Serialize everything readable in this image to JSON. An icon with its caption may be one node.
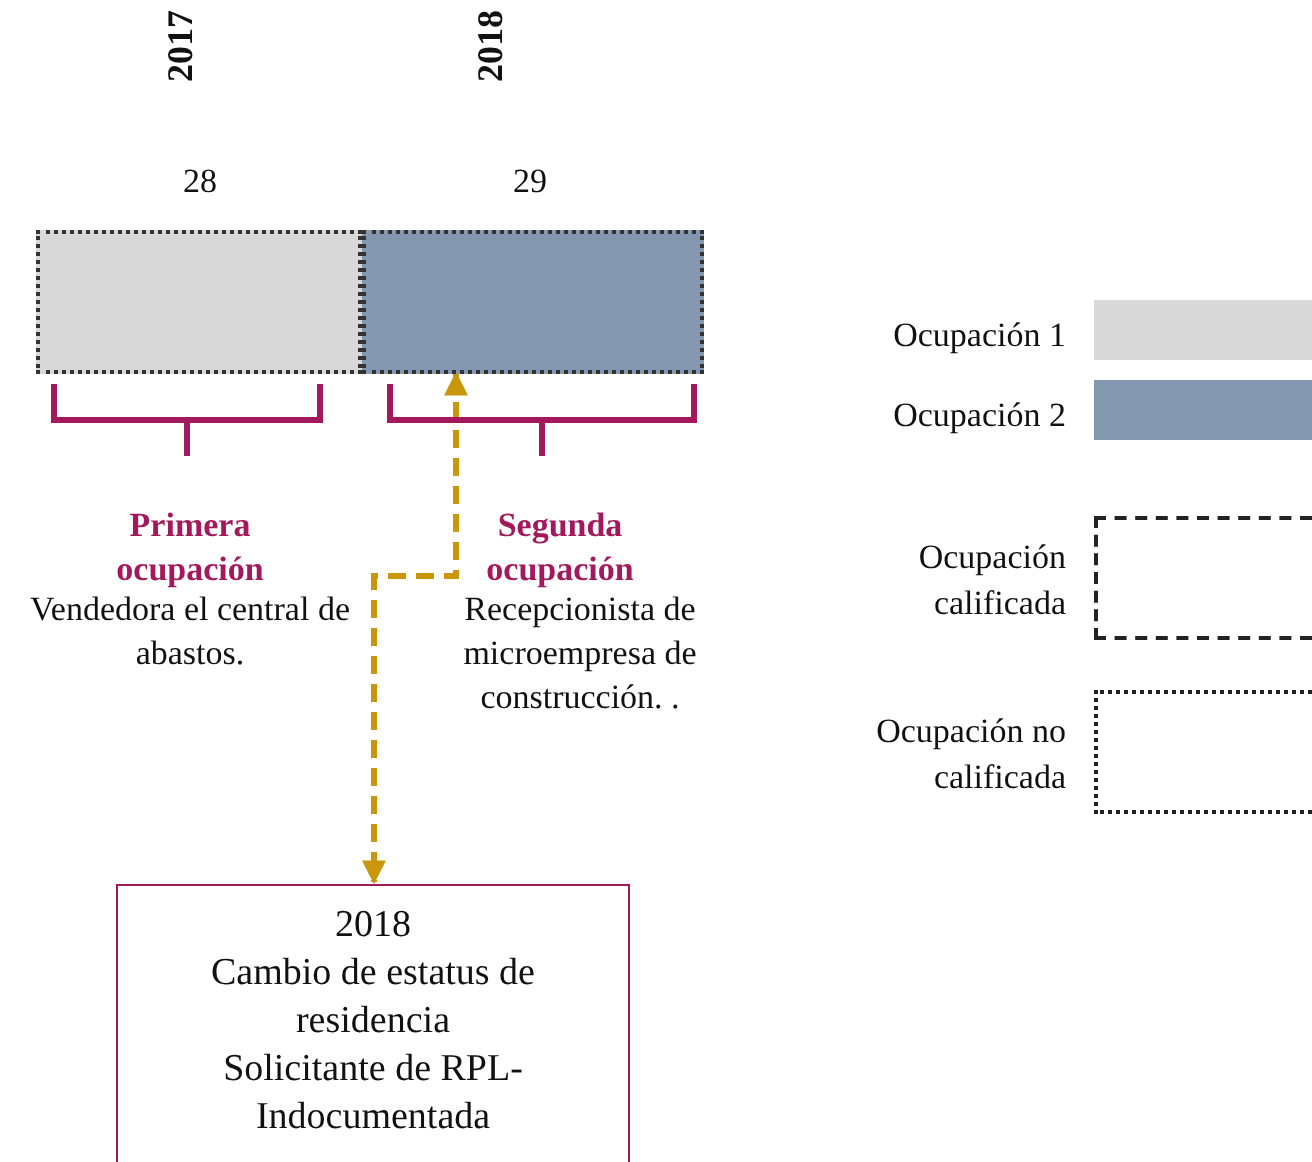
{
  "diagram": {
    "nodes": [
      {
        "text": [],
        "shape": "bar"
      },
      {
        "text": [],
        "shape": "bar"
      },
      {
        "text": [
          "2018",
          "Cambio de estatus de residencia",
          "Solicitante de RPL- Indocumentada"
        ]
      }
    ],
    "edges": [
      {
        "from": 1,
        "to": 2,
        "arrow": "both",
        "style": "dashed",
        "color": "#c9960c"
      }
    ],
    "labels": [
      "2017",
      "2018",
      "28",
      "29",
      "Primera ocupación",
      "Vendedora el central de abastos.",
      "Segunda ocupación",
      "Recepcionista de microempresa de construcción. ."
    ],
    "legend": [
      {
        "text": "Ocupación 1",
        "color": "#d9d9d9"
      },
      {
        "text": "Ocupación 2",
        "color": "#8497b0"
      },
      {
        "text": "Ocupación calificada"
      },
      {
        "text": "Ocupación no calificada"
      }
    ]
  }
}
